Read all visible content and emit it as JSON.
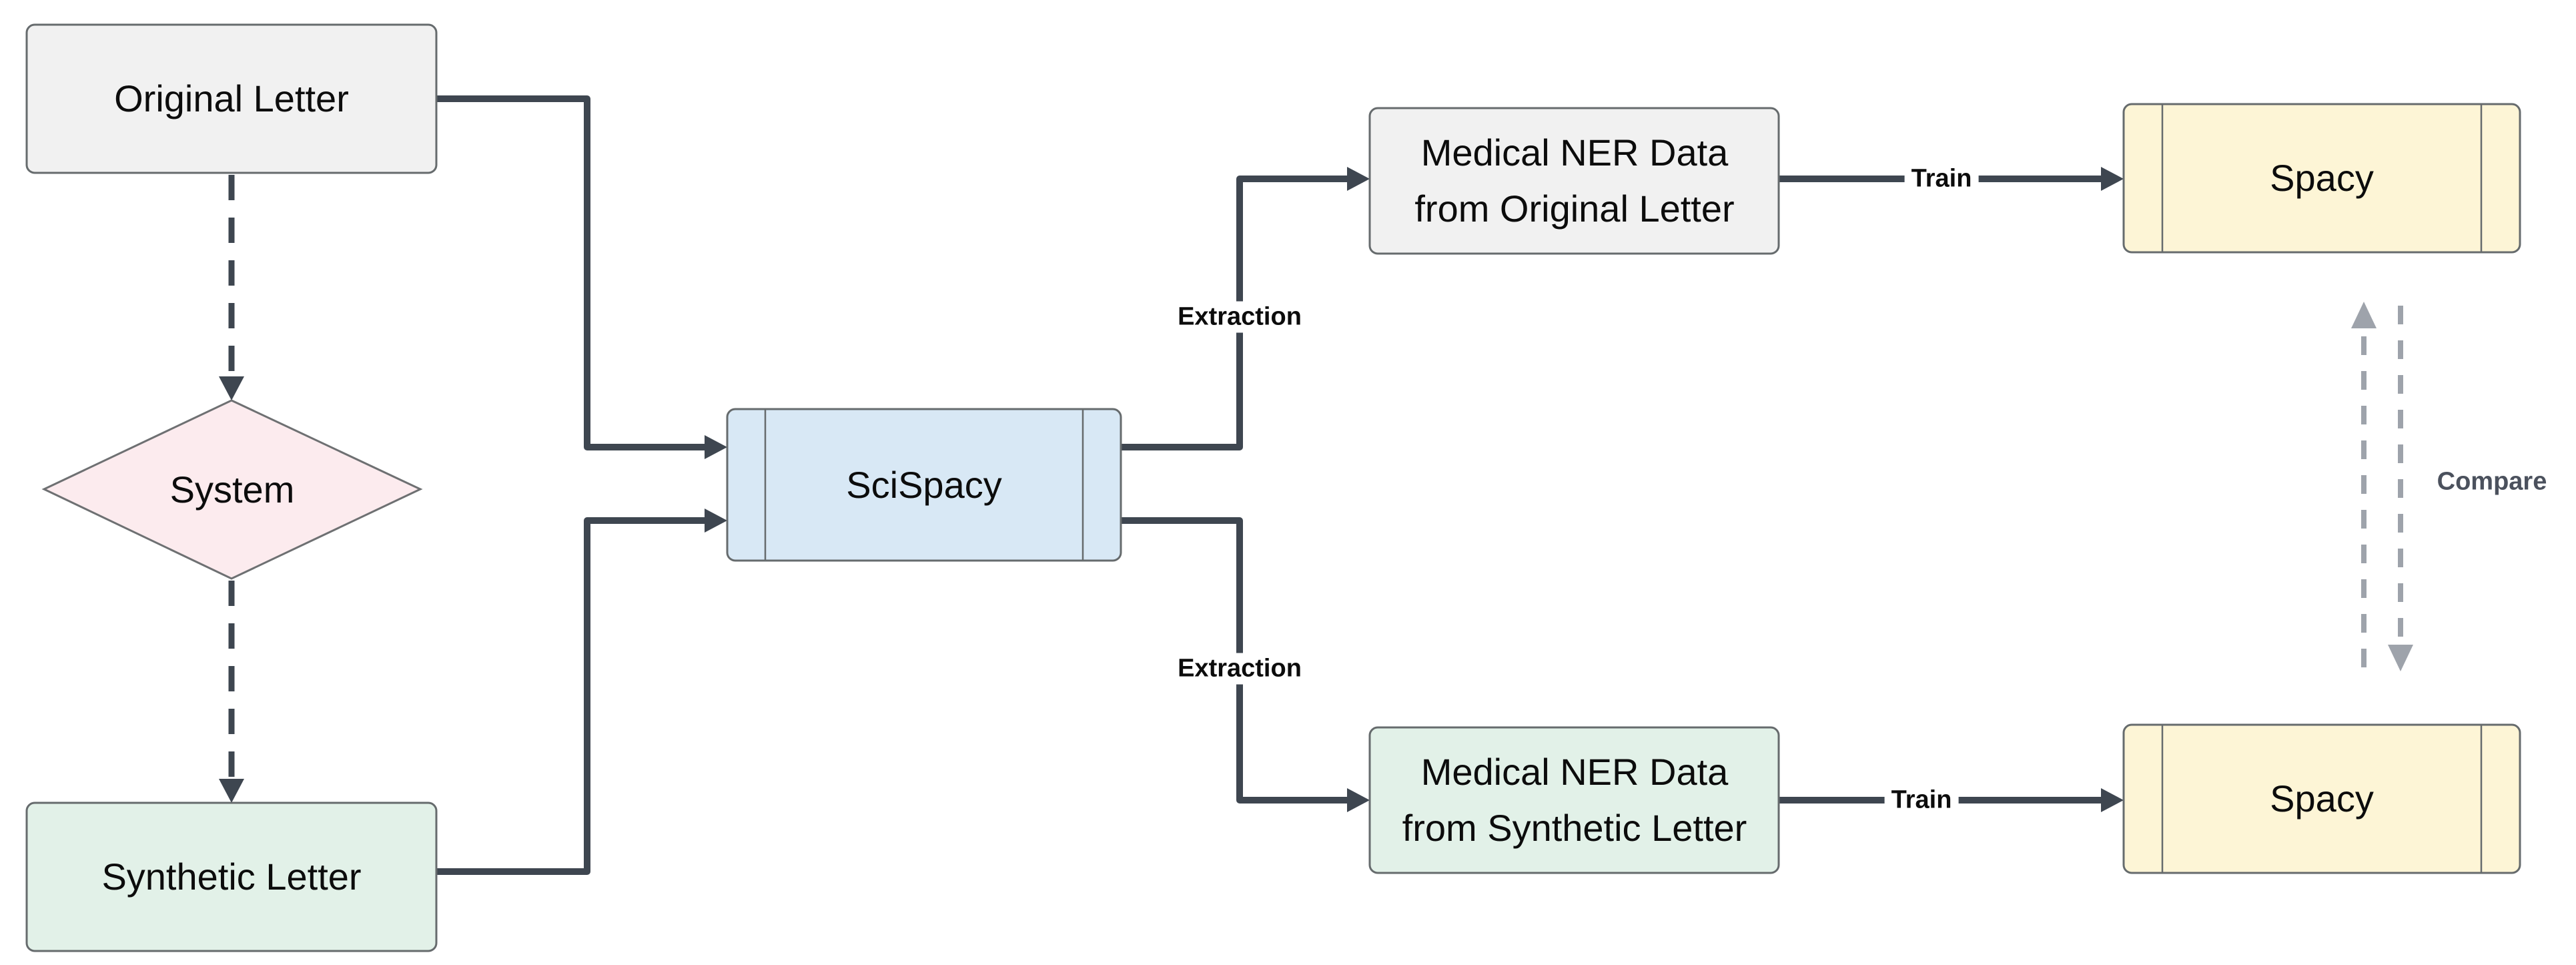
{
  "diagram": {
    "title": "Medical NER training pipeline flowchart",
    "nodes": {
      "original_letter": {
        "label": "Original Letter",
        "fill": "#f1f1f1"
      },
      "system": {
        "label": "System",
        "fill": "#fcebee"
      },
      "synthetic_letter": {
        "label": "Synthetic Letter",
        "fill": "#e2f1e8"
      },
      "scispacy": {
        "label": "SciSpacy",
        "fill": "#d8e8f5"
      },
      "ner_original": {
        "label": "Medical NER Data from Original Letter",
        "line1": "Medical NER Data",
        "line2": "from Original Letter",
        "fill": "#f1f1f1"
      },
      "ner_synthetic": {
        "label": "Medical NER Data from Synthetic Letter",
        "line1": "Medical NER Data",
        "line2": "from Synthetic Letter",
        "fill": "#e2f1e8"
      },
      "spacy_top": {
        "label": "Spacy",
        "fill": "#fdf5d6"
      },
      "spacy_bottom": {
        "label": "Spacy",
        "fill": "#fdf5d6"
      }
    },
    "edge_labels": {
      "extraction_top": "Extraction",
      "extraction_bottom": "Extraction",
      "train_top": "Train",
      "train_bottom": "Train",
      "compare": "Compare"
    },
    "colors": {
      "connector": "#3e4650",
      "dashed_connector": "#3e4650",
      "compare_connector": "#9ea3ab",
      "box_border": "#666b6d",
      "compare_text": "#4b515d",
      "node_text": "#0c0c0c"
    }
  }
}
